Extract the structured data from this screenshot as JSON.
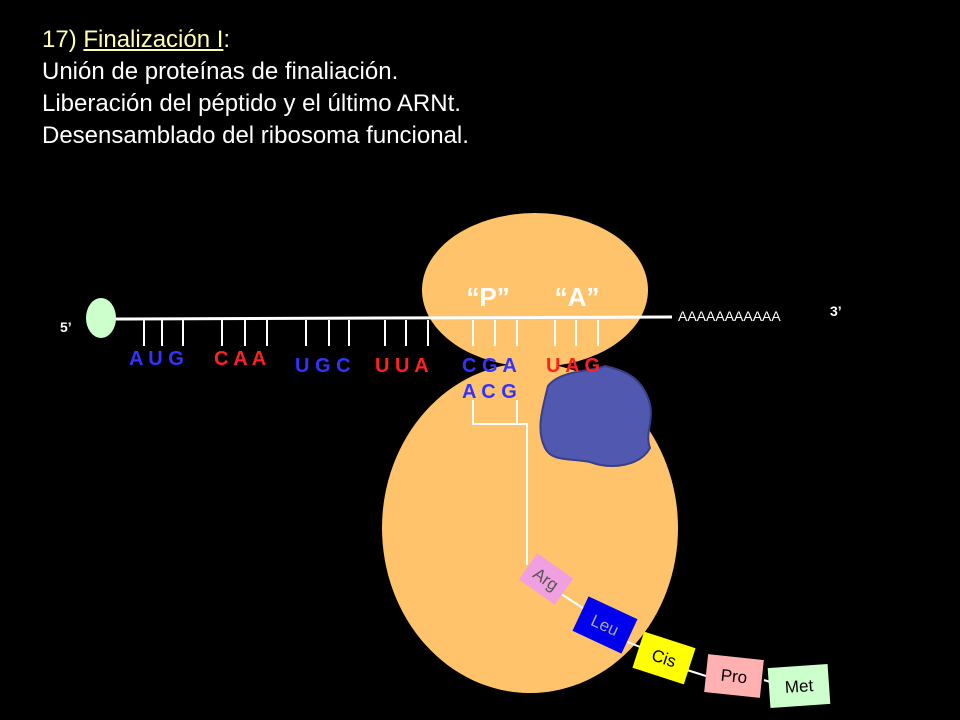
{
  "title": {
    "number": "17)",
    "subtitle": "Finalización I",
    "colon": ":",
    "lines": [
      "Unión de proteínas de finaliación.",
      "Liberación del péptido y el último ARNt.",
      "Desensamblado del ribosoma funcional."
    ]
  },
  "mrna": {
    "five_prime": "5’",
    "three_prime": "3’",
    "poly_a": "AAAAAAAAAAA",
    "codons": [
      {
        "text": "A U G",
        "color": "#3333ff"
      },
      {
        "text": "C A A",
        "color": "#ff2020"
      },
      {
        "text": "U G C",
        "color": "#3333ff"
      },
      {
        "text": "U U A",
        "color": "#ff2020"
      },
      {
        "text": "C G A",
        "color": "#3333ff"
      },
      {
        "text": "U A G",
        "color": "#ff2020"
      }
    ]
  },
  "sites": {
    "p": "“P”",
    "a": "“A”"
  },
  "anticodon": {
    "text": "A C G",
    "color": "#3333ff"
  },
  "peptide": [
    {
      "label": "Arg",
      "color": "#f0a0e0",
      "text_color": "#555555"
    },
    {
      "label": "Leu",
      "color": "#0000ee",
      "text_color": "#aaaaaa"
    },
    {
      "label": "Cis",
      "color": "#ffff00",
      "text_color": "#000000"
    },
    {
      "label": "Pro",
      "color": "#ffb0b0",
      "text_color": "#000000"
    },
    {
      "label": "Met",
      "color": "#ccffcc",
      "text_color": "#000000"
    }
  ],
  "colors": {
    "ribosome": "#ffc36b",
    "release_factor": "#5058b0",
    "cap": "#ccffcc",
    "mrna_line": "#ffffff"
  }
}
